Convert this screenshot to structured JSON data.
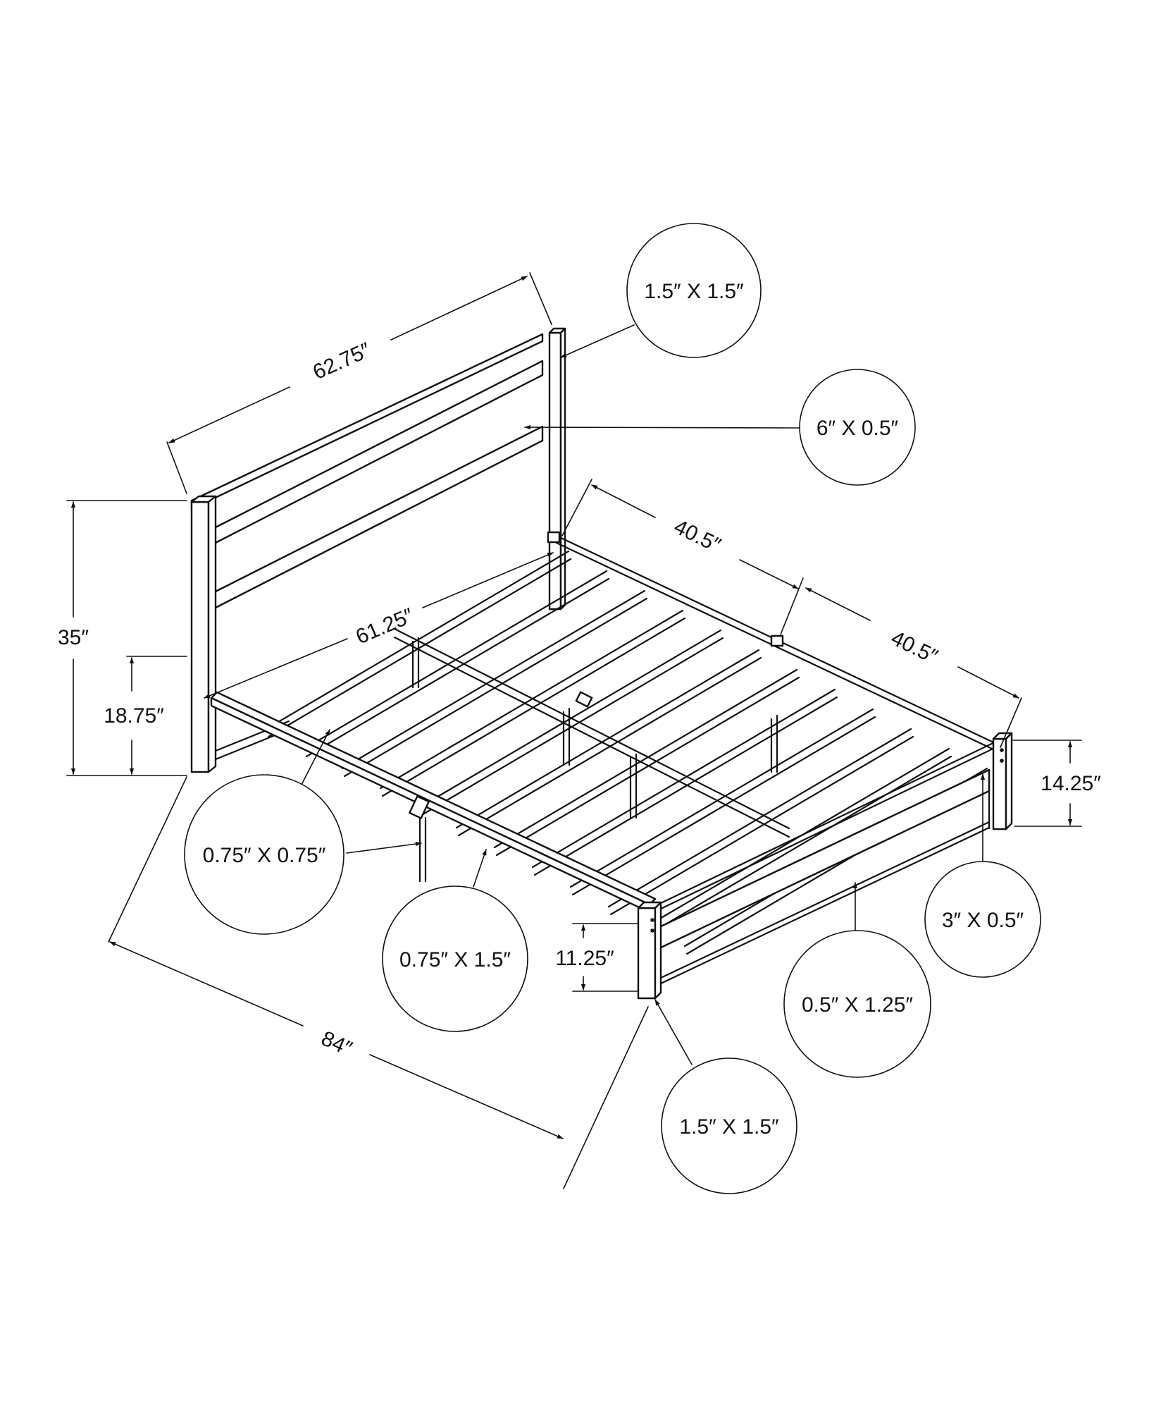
{
  "dimensions": {
    "headboard_width": "62.75″",
    "inner_width": "61.25″",
    "side_rail_first_half": "40.5″",
    "side_rail_second_half": "40.5″",
    "overall_length": "84″",
    "headboard_height": "35″",
    "rail_height_head": "18.75″",
    "footboard_height": "14.25″",
    "rail_height_foot": "11.25″"
  },
  "callouts": {
    "headboard_post": "1.5″ X 1.5″",
    "headboard_slat": "6″ X 0.5″",
    "center_leg": "0.75″ X 0.75″",
    "side_rail": "0.75″ X 1.5″",
    "footboard_rail": "0.5″ X 1.25″",
    "footboard_panel": "3″ X 0.5″",
    "footboard_post": "1.5″ X 1.5″"
  }
}
